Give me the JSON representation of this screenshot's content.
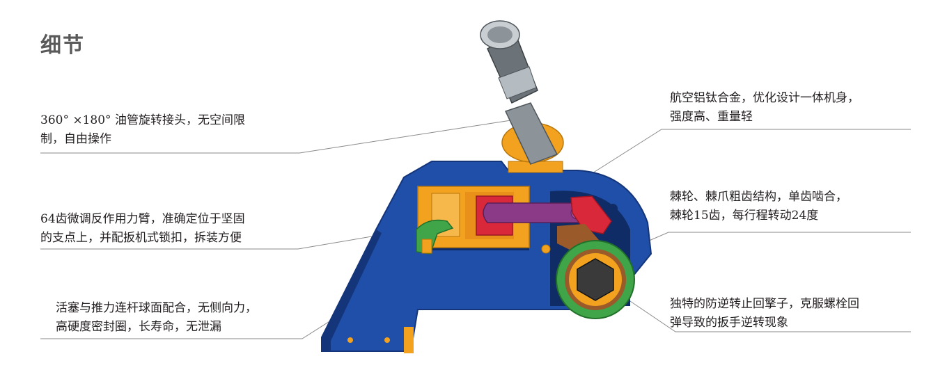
{
  "header": {
    "title": "细节"
  },
  "callouts": {
    "swivel": {
      "line1": "360°  ×180°  油管旋转接头，无空间限",
      "line2": "制，自由操作"
    },
    "reaction_arm": {
      "line1": "64齿微调反作用力臂，准确定位于坚固",
      "line2": "的支点上，并配扳机式锁扣，拆装方便"
    },
    "piston": {
      "line1": "活塞与推力连杆球面配合，无侧向力，",
      "line2": "高硬度密封圈，长寿命，无泄漏"
    },
    "alloy_body": {
      "line1": "航空铝钛合金，优化设计一体机身，",
      "line2": "强度高、重量轻"
    },
    "ratchet": {
      "line1": "棘轮、棘爪粗齿结构，单齿啮合，",
      "line2": "棘轮15齿，每行程转动24度"
    },
    "anti_reverse": {
      "line1": "独特的防逆转止回擎子，克服螺栓回",
      "line2": "弹导致的扳手逆转现象"
    }
  },
  "colors": {
    "body_blue": "#1f4fa8",
    "body_dark": "#14357a",
    "orange": "#f2a21e",
    "red": "#d8283a",
    "purple": "#8a3a86",
    "green": "#3fa548",
    "steel": "#8c9399",
    "leader": "#8a8a8a"
  }
}
